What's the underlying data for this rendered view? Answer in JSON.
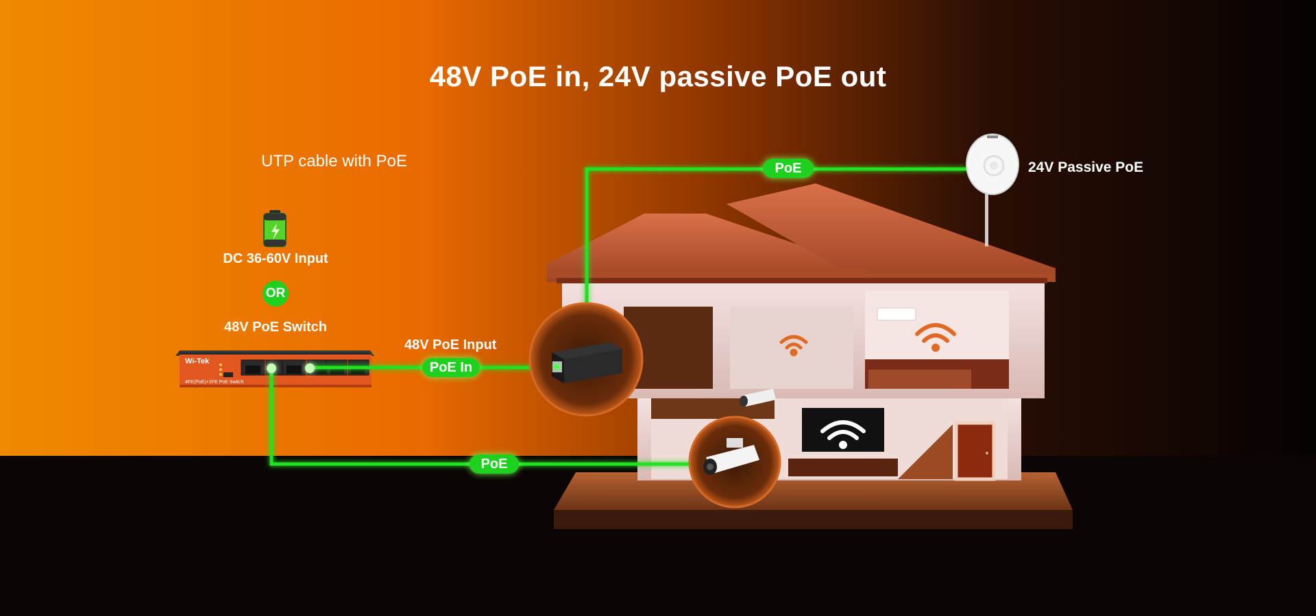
{
  "headline": "48V PoE in, 24V passive PoE out",
  "legend": {
    "text": "UTP cable with PoE",
    "color": "#22e022"
  },
  "sources": {
    "dc_input": "DC 36-60V Input",
    "or": "OR",
    "switch": "48V PoE Switch"
  },
  "switch_device": {
    "brand": "Wi-Tek",
    "model_text": "4FE(PoE)+2FE PoE Switch"
  },
  "links": {
    "poe_input_label": "48V PoE Input",
    "pill_in": "PoE In",
    "pill_top": "PoE",
    "pill_bottom": "PoE"
  },
  "outputs": {
    "passive": "24V Passive PoE"
  },
  "colors": {
    "bg_orange": "#f08a00",
    "bg_dark": "#0b0505",
    "cable_green": "#22e022",
    "pill_green": "#1fd11f",
    "switch_red": "#e2561f",
    "roof": "#c9603a"
  },
  "icons": [
    "battery-icon",
    "wifi-icon",
    "camera-icon",
    "antenna-icon",
    "injector-icon"
  ]
}
